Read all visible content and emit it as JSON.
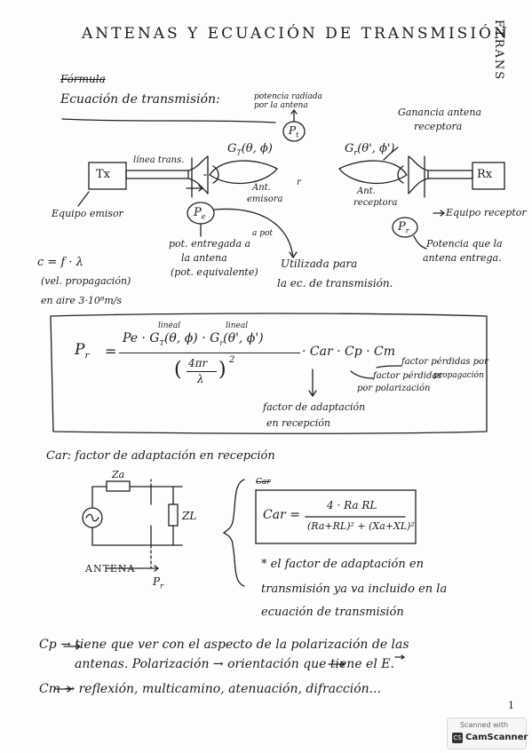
{
  "header": {
    "title": "ANTENAS Y ECUACIÓN DE TRANSMISIÓN",
    "side_label": "FTRANS",
    "crossed_out": "Fórmula"
  },
  "section": {
    "heading": "Ecuación de transmisión:"
  },
  "diagram": {
    "tx_label": "Tx",
    "rx_label": "Rx",
    "line_label": "línea trans.",
    "gain_tx": "G",
    "gain_tx_sub": "T",
    "gain_tx_args": "(θ, ϕ)",
    "gain_rx": "G",
    "gain_rx_sub": "r",
    "gain_rx_args": "(θ', ϕ')",
    "distance": "r",
    "note_radiated": "potencia radiada por la antena",
    "pt_circle": "P",
    "pt_sub": "t",
    "note_rx_gain_1": "Ganancia antena",
    "note_rx_gain_2": "receptora",
    "ant_tx_1": "Ant.",
    "ant_tx_2": "emisora",
    "ant_rx_1": "Ant.",
    "ant_rx_2": "receptora",
    "equip_tx": "Equipo emisor",
    "equip_rx": "Equipo receptor",
    "pe_circle": "P",
    "pe_sub": "e",
    "pr_circle": "P",
    "pr_sub": "r",
    "pe_note_1": "pot. entregada a",
    "pe_note_2": "la antena",
    "pe_note_3": "(pot. equivalente)",
    "pe_note_asterisk": "a pot",
    "pr_note_1": "Potencia que la",
    "pr_note_2": "antena entrega.",
    "use_note_1": "Utilizada para",
    "use_note_2": "la ec. de transmisión."
  },
  "notes": {
    "c_formula": "c = f · λ",
    "c_desc": "(vel. propagación)",
    "c_air": "en aire 3·10⁸m/s"
  },
  "equation": {
    "lhs": "P",
    "lhs_sub": "r",
    "eq": "=",
    "numerator": "Pe · G",
    "num_sub1": "T",
    "num_args1": "(θ, ϕ) · G",
    "num_sub2": "r",
    "num_args2": "(θ', ϕ')",
    "lineal1": "lineal",
    "lineal2": "lineal",
    "denominator_left": "(",
    "den_num": "4πr",
    "den_den": "λ",
    "denominator_right": ")",
    "power": "2",
    "tail": "· Car · Cp · Cm",
    "loss_prop_1": "factor pérdidas por",
    "loss_prop_2": "propagación",
    "loss_pol_1": "factor pérdidas",
    "loss_pol_2": "por polarización",
    "adapt_1": "factor de adaptación",
    "adapt_2": "en recepción"
  },
  "car_section": {
    "heading": "Car: factor de adaptación en recepción",
    "za": "Za",
    "zl": "ZL",
    "antenna": "ANTENA",
    "pr": "P",
    "pr_sub": "r",
    "crossed": "Car",
    "formula_lhs": "Car =",
    "formula_num": "4 · Ra RL",
    "formula_den": "(Ra+RL)² + (Xa+XL)²",
    "note_1": "* el factor de adaptación en",
    "note_2": "transmisión ya va incluido en la",
    "note_3": "ecuación de transmisión"
  },
  "footer": {
    "cp_line_1": "Cp → tiene que ver con el aspecto de la polarización de las",
    "cp_line_2": "antenas. Polarización → orientación que tiene el E.",
    "cm_line": "Cm → reflexión, multicamino, atenuación, difracción...",
    "page_number": "1"
  },
  "scanner": {
    "line1": "Scanned with",
    "line2": "CamScanner"
  }
}
